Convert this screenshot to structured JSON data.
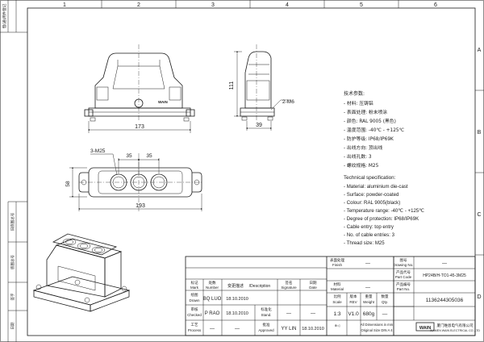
{
  "border": {
    "col_numbers": [
      "1",
      "2",
      "3",
      "4",
      "5",
      "6"
    ],
    "row_letters": [
      "A",
      "B",
      "C",
      "D"
    ],
    "left_strip": [
      "借(通)用件登记",
      "旧底图总号",
      "底图总号",
      "签字",
      "日期"
    ]
  },
  "dimensions": {
    "top_width": "173",
    "side_height": "111",
    "side_depth": "39",
    "thread_label": "2-M6",
    "plan_holes": "3-M25",
    "hole_pitch_1": "35",
    "hole_pitch_2": "35",
    "plan_height": "58",
    "plan_width": "193"
  },
  "product": {
    "brand_on_hood": "WAIN"
  },
  "spec_cn": {
    "title": "技术参数:",
    "items": [
      "- 材料: 压铸铝",
      "- 表面处理: 粉末喷涂",
      "- 颜色: RAL 9005 (黑色)",
      "- 温度范围: -40℃ - +125℃",
      "- 防护等级: IP68/IP69K",
      "- 出线方向: 顶出线",
      "- 出线孔数: 3",
      "- 螺纹规格: M25"
    ]
  },
  "spec_en": {
    "title": "Technical specification:",
    "items": [
      "- Material: aluminium die-cast",
      "- Surface: powder-coated",
      "- Colour: RAL 9005(black)",
      "- Temperature range: -40℃ - +125℃",
      "- Degree of protection: IP68/IP69K",
      "- Cable entry: top entry",
      "- No. of cable entries: 3",
      "- Thread size: M25"
    ]
  },
  "title_block": {
    "finish_label_cn": "表面处理",
    "finish_label_en": "Finish",
    "finish_value": "—",
    "drawing_no_cn": "图号",
    "drawing_no_en": "Drawing No.",
    "drawing_no_value": "—",
    "part_code_cn": "产品代号",
    "part_code_en": "Part Code",
    "part_code_value": "HP24B/H-TO1-45-3M25",
    "material_cn": "材料",
    "material_en": "Material",
    "material_value": "—",
    "part_no_cn": "产品编号",
    "part_no_en": "Part No.",
    "part_no_value": "1136244305036",
    "header_mark_cn": "标记",
    "header_mark_en": "Mark",
    "header_number_cn": "处数",
    "header_number_en": "Number",
    "header_change_cn": "变更描述",
    "header_change_en": "/Description",
    "header_sig_cn": "签名",
    "header_sig_en": "Signature",
    "header_date_cn": "日期",
    "header_date_en": "Date",
    "drawn_cn": "绘图",
    "drawn_en": "Drawn",
    "drawn_name": "BQ LUO",
    "drawn_date": "18.10.2010",
    "checked_cn": "审核",
    "checked_en": "Checked",
    "checked_name": "P RAO",
    "checked_date": "18.10.2010",
    "process_cn": "工艺",
    "process_en": "Process",
    "process_name": "—",
    "process_date": "—",
    "stand_cn": "标准化",
    "stand_en": "Stand.",
    "stand_name": "—",
    "stand_date": "—",
    "approved_cn": "批准",
    "approved_en": "Approved",
    "approved_name": "YY LIN",
    "approved_date": "18.10.2010",
    "name_date_header": "日期/Date",
    "scale_cn": "比例",
    "scale_en": "Scale",
    "scale_value": "1:3",
    "rev_cn": "版本",
    "rev_en": "REV",
    "rev_value": "V1.0",
    "weight_cn": "重量",
    "weight_en": "Weight",
    "weight_value": "680g",
    "qty_cn": "数量",
    "qty_en": "Qty.",
    "qty_value": "—",
    "note1": "All Dimensions in mm",
    "note2": "Original Size DIN A 4",
    "company_cn": "厦门唯恩电气有限公司",
    "company_en": "XIAMEN WAIN ELECTRICAL CO.,LTD",
    "logo_text": "WAIN"
  }
}
